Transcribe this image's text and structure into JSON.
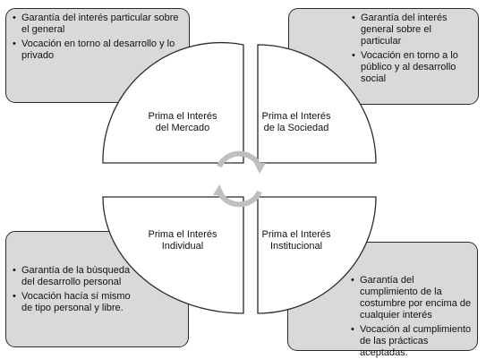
{
  "colors": {
    "box_fill": "#d9d9d9",
    "quadrant_fill": "#ffffff",
    "stroke": "#2b2b2b",
    "cycle_arrows": "#bfbfbf"
  },
  "quadrants": {
    "top_left": {
      "line1": "Prima el Interés",
      "line2": "del Mercado"
    },
    "top_right": {
      "line1": "Prima el Interés",
      "line2": "de la Sociedad"
    },
    "bottom_left": {
      "line1": "Prima el Interés",
      "line2": "Individual"
    },
    "bottom_right": {
      "line1": "Prima el Interés",
      "line2": "Institucional"
    }
  },
  "boxes": {
    "top_left": [
      "Garantía del interés particular sobre el general",
      "Vocación en torno al desarrollo y lo privado"
    ],
    "top_right": [
      "Garantía del interés general sobre el particular",
      "Vocación en torno a lo público y al desarrollo social"
    ],
    "bottom_left": [
      "Garantía de la búsqueda del desarrollo personal",
      "Vocación hacía sí mismo de tipo personal y libre."
    ],
    "bottom_right": [
      "Garantía del cumplimiento de la costumbre por encima de cualquier interés",
      "Vocación al cumplimiento de las prácticas aceptadas."
    ]
  },
  "center_icon": "cycle-arrows-icon"
}
